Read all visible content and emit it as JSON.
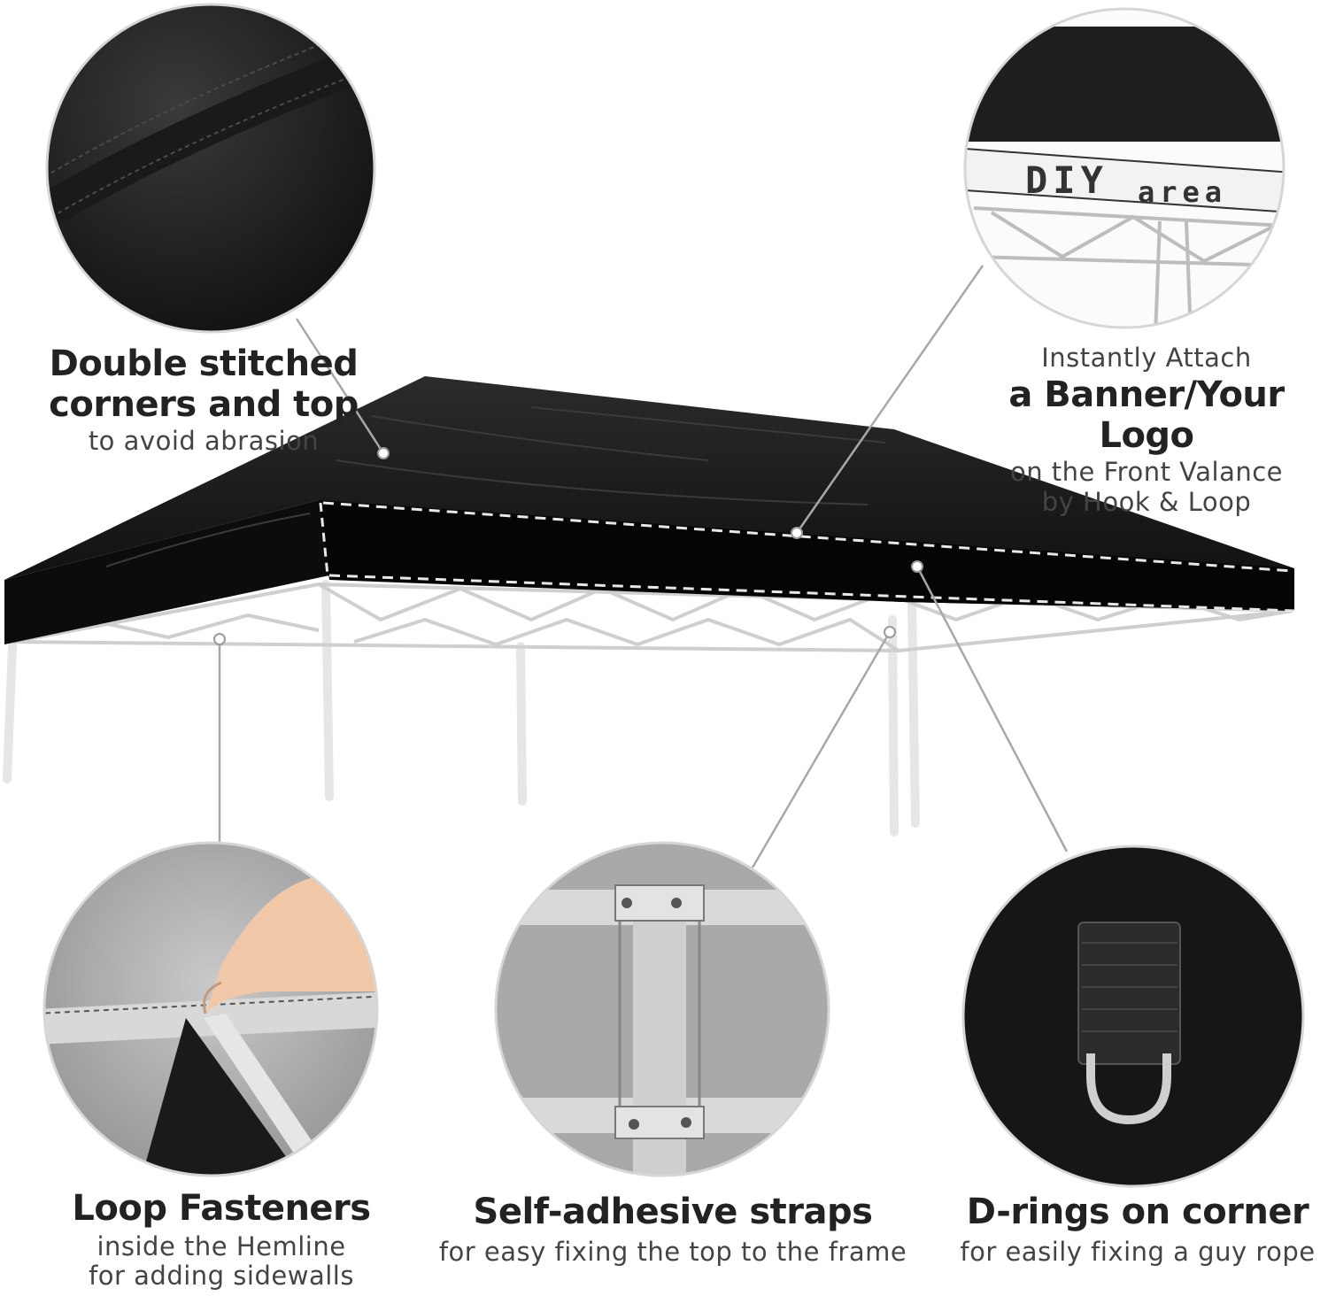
{
  "features": [
    {
      "id": "stitched",
      "title_lines": [
        "Double stitched",
        "corners and top"
      ],
      "desc_lines": [
        "to avoid abrasion"
      ]
    },
    {
      "id": "banner",
      "intro": "Instantly Attach",
      "title": "a Banner/Your Logo",
      "desc_lines": [
        "on the Front Valance",
        "by Hook & Loop"
      ],
      "sign_text": {
        "word1": "DIY",
        "word2": "area"
      }
    },
    {
      "id": "loop",
      "title": "Loop Fasteners",
      "desc_lines": [
        "inside the Hemline",
        "for adding sidewalls"
      ]
    },
    {
      "id": "straps",
      "title": "Self-adhesive straps",
      "desc_lines": [
        "for easy fixing the top to the frame"
      ]
    },
    {
      "id": "drings",
      "title": "D-rings on corner",
      "desc_lines": [
        "for easily fixing a guy rope"
      ]
    }
  ],
  "colors": {
    "canopy": "#111111",
    "frame": "#d9d9d9",
    "leader": "#9a9a9a",
    "circle_border": "#d6d6d6"
  }
}
